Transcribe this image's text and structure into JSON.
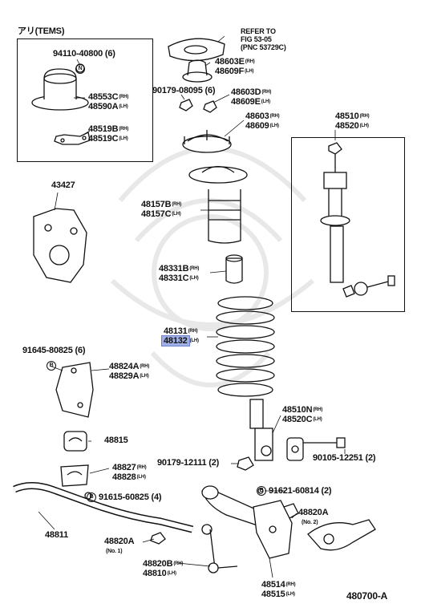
{
  "tems_header": "アリ(TEMS)",
  "refer_note": {
    "line1": "REFER TO",
    "line2": "FIG 53-05",
    "line3": "(PNC 53729C)"
  },
  "labels": {
    "p94110": "94110-40800 (6)",
    "p48553": "48553C",
    "p48590": "48590A",
    "p48519b": "48519B",
    "p48519c": "48519C",
    "p48603e": "48603E",
    "p48609f": "48609F",
    "p90179a": "90179-08095 (6)",
    "p48603d": "48603D",
    "p48609e": "48609E",
    "p48603": "48603",
    "p48609": "48609",
    "p48510": "48510",
    "p48520": "48520",
    "p43427": "43427",
    "p48157b": "48157B",
    "p48157c": "48157C",
    "p48331b": "48331B",
    "p48331c": "48331C",
    "p48131": "48131",
    "p48132": "48132",
    "p91645": "91645-80825 (6)",
    "p48824a": "48824A",
    "p48829a": "48829A",
    "p48815": "48815",
    "p48827": "48827",
    "p48828": "48828",
    "p91615": "91615-60825 (4)",
    "p48510n": "48510N",
    "p48520c": "48520C",
    "p90179b": "90179-12111 (2)",
    "p90105": "90105-12251 (2)",
    "p91621": "91621-60814 (2)",
    "p48820a_r": "48820A",
    "p48820a_l": "48820A",
    "p48811": "48811",
    "p48820b": "48820B",
    "p48810": "48810",
    "p48514": "48514",
    "p48515": "48515",
    "fig_code": "480700-A"
  },
  "tags": {
    "rh": "(RH)",
    "lh": "(LH)",
    "no1": "(No. 1)",
    "no2": "(No. 2)",
    "n": "N",
    "b": "B"
  },
  "highlight_part": "48132",
  "colors": {
    "ink": "#111111",
    "highlight": "#9fb0e6",
    "watermark": "#d9d9d9"
  }
}
